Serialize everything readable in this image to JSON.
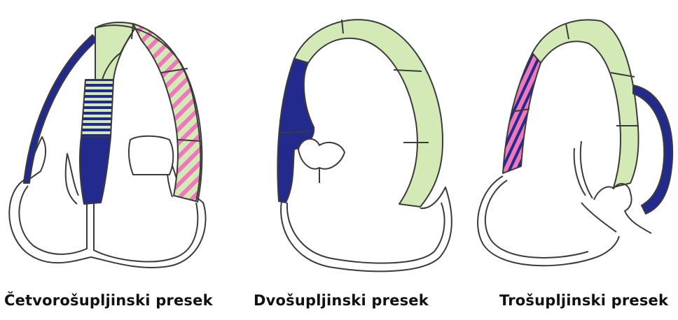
{
  "colors": {
    "normal": "#d4eab6",
    "akinetic": "#232a8e",
    "stripe_pink": "#ef78bb",
    "stripe_blue": "#232a8e",
    "outline": "#3b3b3b",
    "background": "#ffffff"
  },
  "views": [
    {
      "id": "four-chamber",
      "label": "Četvorošupljinski presek"
    },
    {
      "id": "two-chamber",
      "label": "Dvošupljinski presek"
    },
    {
      "id": "three-chamber",
      "label": "Trošupljinski presek"
    }
  ]
}
